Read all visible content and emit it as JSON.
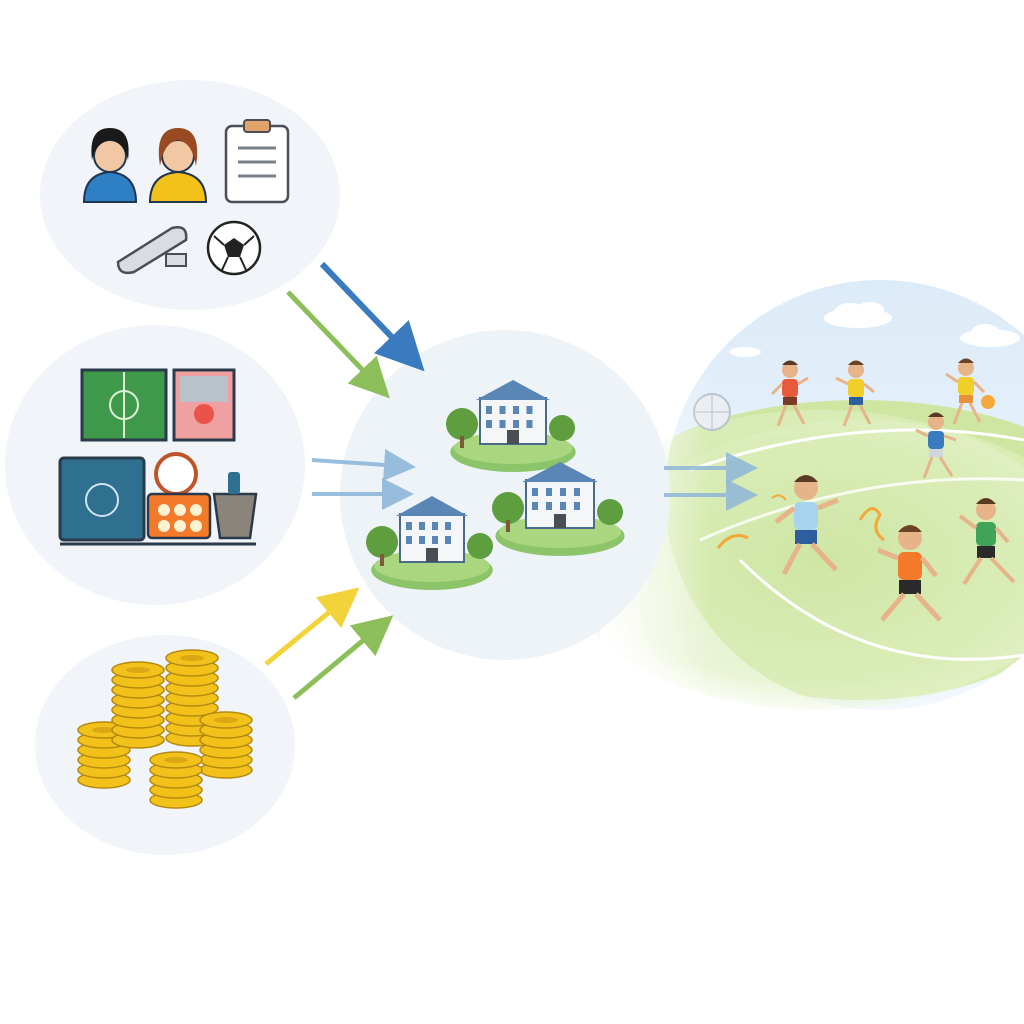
{
  "diagram": {
    "inputs": [
      {
        "name": "staff-and-equipment",
        "icons": [
          "female-staff-icon",
          "female-staff-icon",
          "clipboard-icon",
          "whistle-icon",
          "soccer-ball-icon"
        ]
      },
      {
        "name": "facilities-and-materials",
        "icons": [
          "field-plan-icon",
          "gym-plan-icon",
          "tactics-board-icon",
          "ball-crate-icon",
          "bin-icon"
        ]
      },
      {
        "name": "funding",
        "icons": [
          "coin-stacks-icon"
        ]
      }
    ],
    "hub": {
      "name": "schools",
      "icons": [
        "school-building-icon",
        "school-building-icon",
        "school-building-icon"
      ]
    },
    "outcome": {
      "name": "children-playing-sport",
      "icons": [
        "running-child-icon"
      ]
    }
  },
  "colors": {
    "blue_arrow": "#3a7bbf",
    "green_arrow": "#8cbf5a",
    "yellow_arrow": "#f2d43a",
    "bubble_fill": "#f1f4f8",
    "field_green": "#cfe6a3",
    "sky": "#e6f1fb",
    "coin_gold": "#f2c21b"
  }
}
